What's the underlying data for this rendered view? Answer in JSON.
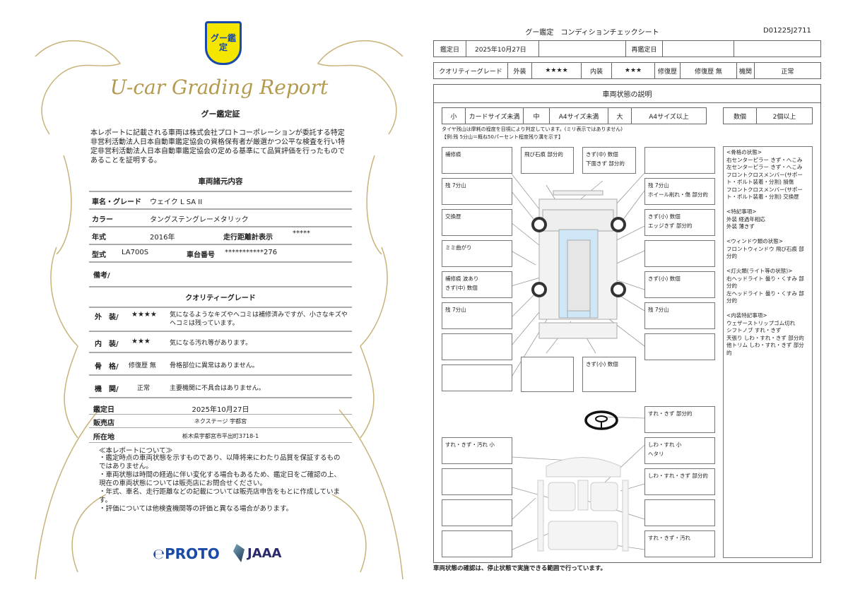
{
  "left": {
    "logo_text": "グー鑑定",
    "script_title": "U-car Grading Report",
    "cert_title": "グー鑑定証",
    "cert_text": "本レポートに記載される車両は株式会社プロトコーポレーションが委託する特定非営利活動法人日本自動車鑑定協会の資格保有者が厳選かつ公平な検査を行い特定非営利活動法人日本自動車鑑定協会の定める基準にて品質評価を行ったものであることを証明する。",
    "spec_title": "車両諸元内容",
    "spec": {
      "name_label": "車名・グレード",
      "name": "ウェイク L SA II",
      "color_label": "カラー",
      "color": "タングステングレーメタリック",
      "year_label": "年式",
      "year": "2016年",
      "odo_label": "走行距離計表示",
      "odo": "*****",
      "model_label": "型式",
      "model": "LA700S",
      "chassis_label": "車台番号",
      "chassis": "***********276",
      "remarks_label": "備考/"
    },
    "quality_title": "クオリティーグレード",
    "quality": [
      {
        "label": "外　装/",
        "grade": "★★★★",
        "desc": "気になるようなキズやヘコミは補修済みですが、小さなキズやヘコミは残っています。"
      },
      {
        "label": "内　装/",
        "grade": "★★★",
        "desc": "気になる汚れ等があります。"
      },
      {
        "label": "骨　格/",
        "grade": "修復歴 無",
        "desc": "骨格部位に異常はありません。"
      },
      {
        "label": "機　関/",
        "grade": "正常",
        "desc": "主要機関に不具合はありません。"
      }
    ],
    "info": {
      "date_label": "鑑定日",
      "date": "2025年10月27日",
      "shop_label": "販売店",
      "shop": "ネクステージ 宇都宮",
      "addr_label": "所在地",
      "addr": "栃木県宇都宮市平出町3718-1"
    },
    "notes_title": "≪本レポートについて≫",
    "notes": [
      "・鑑定時点の車両状態を示すものであり、以降将来にわたり品質を保証するものではありません。",
      "・車両状態は時間の経過に伴い変化する場合もあるため、鑑定日をご確認の上、現在の車両状態については販売店にお問合せください。",
      "・年式、車名、走行距離などの記載については販売店申告をもとに作成しています。",
      "・評価については他検査機関等の評価と異なる場合があります。"
    ],
    "logos": {
      "proto": "PROTO",
      "jaaa": "JAAA"
    },
    "colors": {
      "gold": "#b49a4e",
      "shield": "#f5e600",
      "brand_blue": "#1a4aa8",
      "jaaa_navy": "#2a2a6a"
    }
  },
  "right": {
    "title": "グー鑑定　コンディションチェックシート",
    "doc_id": "D01225J2711",
    "row1": {
      "date_label": "鑑定日",
      "date": "2025年10月27日",
      "redate_label": "再鑑定日"
    },
    "row2": {
      "quality_label": "クオリティーグレード",
      "ext_label": "外装",
      "ext": "★★★★",
      "int_label": "内装",
      "int": "★★★",
      "repair_label": "修復歴",
      "repair": "修復歴 無",
      "engine_label": "機関",
      "engine": "正常"
    },
    "section_title": "車両状態の説明",
    "sizes": [
      "小",
      "カードサイズ未満",
      "中",
      "A4サイズ未満",
      "大",
      "A4サイズ以上"
    ],
    "count": [
      "数個",
      "2個以上"
    ],
    "tire_note1": "タイヤ残山は摩耗の程度を目視により判定しています。(ミリ表示ではありません)",
    "tire_note2": "【例:残 5分山＝概ね50パーセント程度残り溝を示す】",
    "ext_left": [
      "補修痕",
      "残 7分山",
      "交換歴",
      "ミミ曲がり",
      "補修痕 波あり\nきず(中) 数個",
      "残 7分山",
      "",
      ""
    ],
    "ext_top": [
      "飛び石痕 部分的",
      "きず(中) 数個\n下面きず 部分的"
    ],
    "ext_right": [
      "",
      "残 7分山\nホイール削れ・傷 部分的",
      "きず(小) 数個\nエッジきず 部分的",
      "",
      "きず(小) 数個",
      "残 7分山",
      ""
    ],
    "ext_bottom": [
      "",
      "きず(小) 数個"
    ],
    "int_right": [
      "すれ・きず 部分的",
      "しわ・すれ 小\nヘタリ",
      "しわ・すれ・きず 部分的",
      "",
      "すれ・きず・汚れ"
    ],
    "int_left": [
      "すれ・きず・汚れ 小",
      "",
      "",
      ""
    ],
    "remarks": "<骨格の状態>\n右センターピラー きず・へこみ\n左センターピラー きず・へこみ\nフロントクロスメンバー(サポート・ボルト装着・分割) 損傷\nフロントクロスメンバー(サポート・ボルト装着・分割) 交換歴\n\n<特記事項>\n外装 経過年相応\n外装 薄きず\n\n<ウィンドウ類の状態>\nフロントウィンドウ 飛び石痕 部分的\n\n<灯火類(ライト等の状態)>\n右ヘッドライト 曇り・くすみ 部分的\n左ヘッドライト 曇り・くすみ 部分的\n\n<内装特記事項>\nウェザーストリップゴム切れ\nシフトノブ すれ・きず\n天張り しわ・すれ・きず 部分的\n他トリム しわ・すれ・きず 部分的",
    "footer": "車両状態の確認は、停止状態で実施できる範囲で行っています。"
  }
}
